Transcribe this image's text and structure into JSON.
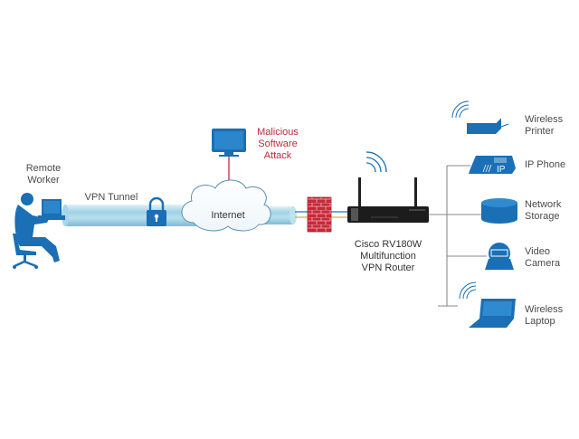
{
  "diagram": {
    "title": "Cisco RV180W VPN network topology",
    "colors": {
      "device_blue": "#1a6fb5",
      "tunnel_blue": "#8cc8e0",
      "attack_red": "#c0283a",
      "firewall_red": "#c6293a",
      "router_black": "#1c1c1c",
      "line_gray": "#8a8a8a",
      "label_gray": "#4a4a4a"
    },
    "nodes": {
      "remote_worker": {
        "label_line1": "Remote",
        "label_line2": "Worker",
        "icon": "person-at-computer-icon"
      },
      "vpn_tunnel": {
        "label": "VPN Tunnel",
        "icon": "padlock-icon"
      },
      "internet": {
        "label": "Internet",
        "icon": "cloud-icon"
      },
      "attack": {
        "label_line1": "Malicious",
        "label_line2": "Software",
        "label_line3": "Attack",
        "icon": "monitor-icon"
      },
      "firewall": {
        "icon": "firewall-icon"
      },
      "router": {
        "label_line1": "Cisco RV180W",
        "label_line2": "Multifunction",
        "label_line3": "VPN Router",
        "icon": "router-icon"
      },
      "devices": [
        {
          "label_line1": "Wireless",
          "label_line2": "Printer",
          "icon": "printer-icon",
          "wireless": true
        },
        {
          "label_line1": "IP Phone",
          "label_line2": "",
          "icon": "ip-phone-icon",
          "wireless": false,
          "badge": "IP"
        },
        {
          "label_line1": "Network",
          "label_line2": "Storage",
          "icon": "storage-icon",
          "wireless": false
        },
        {
          "label_line1": "Video",
          "label_line2": "Camera",
          "icon": "camera-icon",
          "wireless": false
        },
        {
          "label_line1": "Wireless",
          "label_line2": "Laptop",
          "icon": "laptop-icon",
          "wireless": true
        }
      ]
    }
  }
}
